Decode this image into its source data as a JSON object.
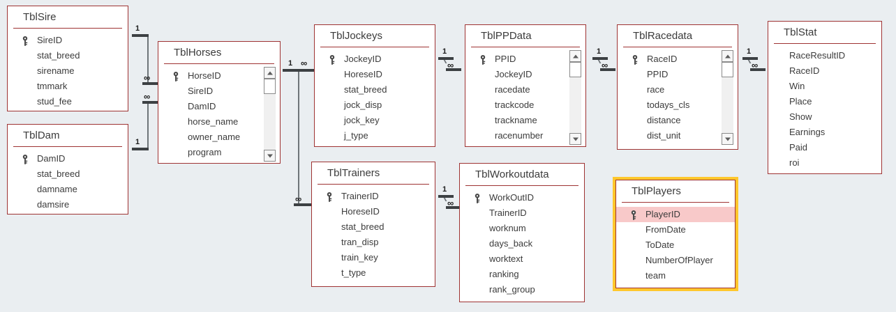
{
  "diagram": {
    "kind": "database-relationships",
    "background_color": "#eaeef1",
    "table_border_color": "#9e3232",
    "highlight_border_color": "#ffc72c",
    "selected_row_color": "#f8c9c9",
    "one_symbol": "1",
    "many_symbol": "∞"
  },
  "tables": [
    {
      "id": "tblsire",
      "title": "TblSire",
      "has_scrollbar": false,
      "indent_fields": false,
      "highlighted": false,
      "fields": [
        {
          "name": "SireID",
          "key": true,
          "selected": false
        },
        {
          "name": "stat_breed",
          "key": false,
          "selected": false
        },
        {
          "name": "sirename",
          "key": false,
          "selected": false
        },
        {
          "name": "tmmark",
          "key": false,
          "selected": false
        },
        {
          "name": "stud_fee",
          "key": false,
          "selected": false
        }
      ]
    },
    {
      "id": "tbldam",
      "title": "TblDam",
      "has_scrollbar": false,
      "indent_fields": false,
      "highlighted": false,
      "fields": [
        {
          "name": "DamID",
          "key": true,
          "selected": false
        },
        {
          "name": "stat_breed",
          "key": false,
          "selected": false
        },
        {
          "name": "damname",
          "key": false,
          "selected": false
        },
        {
          "name": "damsire",
          "key": false,
          "selected": false
        }
      ]
    },
    {
      "id": "tblhorses",
      "title": "TblHorses",
      "has_scrollbar": true,
      "indent_fields": false,
      "highlighted": false,
      "fields": [
        {
          "name": "HorseID",
          "key": true,
          "selected": false
        },
        {
          "name": "SireID",
          "key": false,
          "selected": false
        },
        {
          "name": "DamID",
          "key": false,
          "selected": false
        },
        {
          "name": "horse_name",
          "key": false,
          "selected": false
        },
        {
          "name": "owner_name",
          "key": false,
          "selected": false
        },
        {
          "name": "program",
          "key": false,
          "selected": false
        }
      ]
    },
    {
      "id": "tbljockeys",
      "title": "TblJockeys",
      "has_scrollbar": false,
      "indent_fields": false,
      "highlighted": false,
      "fields": [
        {
          "name": "JockeyID",
          "key": true,
          "selected": false
        },
        {
          "name": "HoreseID",
          "key": false,
          "selected": false
        },
        {
          "name": "stat_breed",
          "key": false,
          "selected": false
        },
        {
          "name": "jock_disp",
          "key": false,
          "selected": false
        },
        {
          "name": "jock_key",
          "key": false,
          "selected": false
        },
        {
          "name": "j_type",
          "key": false,
          "selected": false
        }
      ]
    },
    {
      "id": "tblppdata",
      "title": "TblPPData",
      "has_scrollbar": true,
      "indent_fields": false,
      "highlighted": false,
      "fields": [
        {
          "name": "PPID",
          "key": true,
          "selected": false
        },
        {
          "name": "JockeyID",
          "key": false,
          "selected": false
        },
        {
          "name": "racedate",
          "key": false,
          "selected": false
        },
        {
          "name": "trackcode",
          "key": false,
          "selected": false
        },
        {
          "name": "trackname",
          "key": false,
          "selected": false
        },
        {
          "name": "racenumber",
          "key": false,
          "selected": false
        }
      ]
    },
    {
      "id": "tblracedata",
      "title": "TblRacedata",
      "has_scrollbar": true,
      "indent_fields": false,
      "highlighted": false,
      "fields": [
        {
          "name": "RaceID",
          "key": true,
          "selected": false
        },
        {
          "name": "PPID",
          "key": false,
          "selected": false
        },
        {
          "name": "race",
          "key": false,
          "selected": false
        },
        {
          "name": "todays_cls",
          "key": false,
          "selected": false
        },
        {
          "name": "distance",
          "key": false,
          "selected": false
        },
        {
          "name": "dist_unit",
          "key": false,
          "selected": false
        }
      ]
    },
    {
      "id": "tblstat",
      "title": "TblStat",
      "has_scrollbar": false,
      "indent_fields": true,
      "highlighted": false,
      "fields": [
        {
          "name": "RaceResultID",
          "key": false,
          "selected": false
        },
        {
          "name": "RaceID",
          "key": false,
          "selected": false
        },
        {
          "name": "Win",
          "key": false,
          "selected": false
        },
        {
          "name": "Place",
          "key": false,
          "selected": false
        },
        {
          "name": "Show",
          "key": false,
          "selected": false
        },
        {
          "name": "Earnings",
          "key": false,
          "selected": false
        },
        {
          "name": "Paid",
          "key": false,
          "selected": false
        },
        {
          "name": "roi",
          "key": false,
          "selected": false
        }
      ]
    },
    {
      "id": "tbltrainers",
      "title": "TblTrainers",
      "has_scrollbar": false,
      "indent_fields": false,
      "highlighted": false,
      "fields": [
        {
          "name": "TrainerID",
          "key": true,
          "selected": false
        },
        {
          "name": "HoreseID",
          "key": false,
          "selected": false
        },
        {
          "name": "stat_breed",
          "key": false,
          "selected": false
        },
        {
          "name": "tran_disp",
          "key": false,
          "selected": false
        },
        {
          "name": "train_key",
          "key": false,
          "selected": false
        },
        {
          "name": "t_type",
          "key": false,
          "selected": false
        }
      ]
    },
    {
      "id": "tblworkoutdata",
      "title": "TblWorkoutdata",
      "has_scrollbar": false,
      "indent_fields": false,
      "highlighted": false,
      "fields": [
        {
          "name": "WorkOutID",
          "key": true,
          "selected": false
        },
        {
          "name": "TrainerID",
          "key": false,
          "selected": false
        },
        {
          "name": "worknum",
          "key": false,
          "selected": false
        },
        {
          "name": "days_back",
          "key": false,
          "selected": false
        },
        {
          "name": "worktext",
          "key": false,
          "selected": false
        },
        {
          "name": "ranking",
          "key": false,
          "selected": false
        },
        {
          "name": "rank_group",
          "key": false,
          "selected": false
        }
      ]
    },
    {
      "id": "tblplayers",
      "title": "TblPlayers",
      "has_scrollbar": false,
      "indent_fields": false,
      "highlighted": true,
      "fields": [
        {
          "name": "PlayerID",
          "key": true,
          "selected": true
        },
        {
          "name": "FromDate",
          "key": false,
          "selected": false
        },
        {
          "name": "ToDate",
          "key": false,
          "selected": false
        },
        {
          "name": "NumberOfPlayer",
          "key": false,
          "selected": false
        },
        {
          "name": "team",
          "key": false,
          "selected": false
        }
      ]
    }
  ],
  "relationships": [
    {
      "id": "sire-horses",
      "from": "TblSire",
      "from_card": "1",
      "to": "TblHorses",
      "to_card": "∞"
    },
    {
      "id": "dam-horses",
      "from": "TblDam",
      "from_card": "1",
      "to": "TblHorses",
      "to_card": "∞"
    },
    {
      "id": "horses-jockeys",
      "from": "TblHorses",
      "from_card": "1",
      "to": "TblJockeys",
      "to_card": "∞"
    },
    {
      "id": "horses-trainers",
      "from": "TblHorses",
      "from_card": "1",
      "to": "TblTrainers",
      "to_card": "∞"
    },
    {
      "id": "jockeys-ppdata",
      "from": "TblJockeys",
      "from_card": "1",
      "to": "TblPPData",
      "to_card": "∞"
    },
    {
      "id": "ppdata-racedata",
      "from": "TblPPData",
      "from_card": "1",
      "to": "TblRacedata",
      "to_card": "∞"
    },
    {
      "id": "racedata-stat",
      "from": "TblRacedata",
      "from_card": "1",
      "to": "TblStat",
      "to_card": "∞"
    },
    {
      "id": "trainers-workoutdata",
      "from": "TblTrainers",
      "from_card": "1",
      "to": "TblWorkoutdata",
      "to_card": "∞"
    }
  ]
}
